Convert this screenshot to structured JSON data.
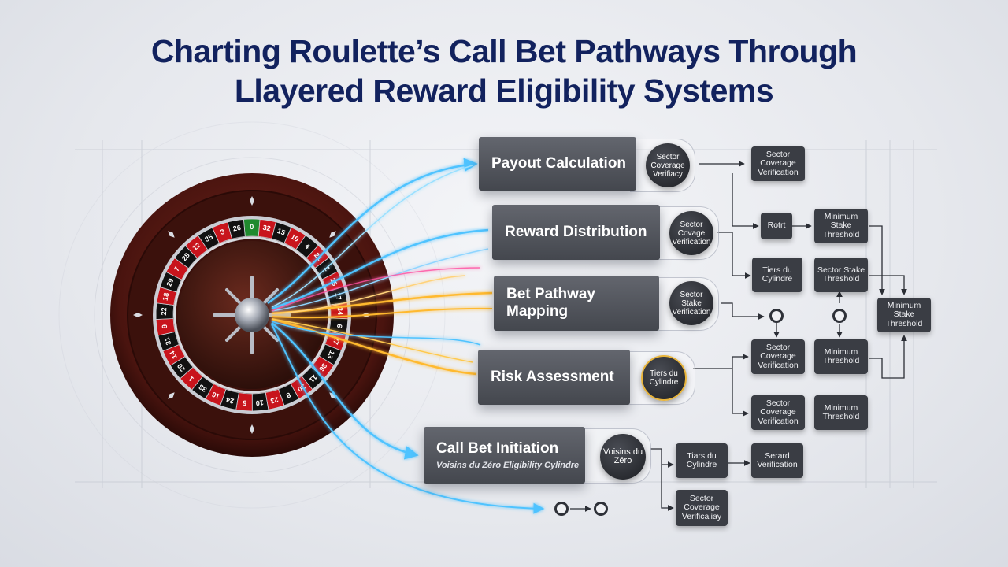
{
  "title": {
    "line1": "Charting Roulette’s Call Bet Pathways Through",
    "line2": "Llayered Reward Eligibility Systems"
  },
  "panels": {
    "payout": "Payout Calculation",
    "reward": "Reward Distribution",
    "pathway_l1": "Bet Pathway",
    "pathway_l2": "Mapping",
    "risk": "Risk Assessment",
    "call": "Call Bet Initiation",
    "call_sub": "Voisins du Zéro Eligibility Cylindre"
  },
  "circles": {
    "c1": "Sector Coverage Verifiacy",
    "c2": "Sector Covage Verification",
    "c3": "Sector Stake Verification",
    "c4": "Tiers du Cylindre",
    "c5": "Voisins du Zéro"
  },
  "nodes": {
    "n1": "Sector Coverage Verification",
    "n2": "Rotrt",
    "n3": "Minimum Stake Threshold",
    "n4": "Tiers du Cylindre",
    "n5": "Sector Stake Threshold",
    "n6": "Minimum Stake Threshold",
    "n7": "Sector Coverage Verification",
    "n8": "Minimum Threshold",
    "n9": "Sector Coverage Verification",
    "n10": "Minimum Threshold",
    "n11": "Tiars du Cylindre",
    "n12": "Serard Verification",
    "n13": "Sector Coverage Verificaliay"
  },
  "wheel": {
    "numbers": [
      "0",
      "32",
      "15",
      "19",
      "4",
      "21",
      "2",
      "25",
      "17",
      "34",
      "6",
      "27",
      "13",
      "36",
      "11",
      "30",
      "8",
      "23",
      "10",
      "5",
      "24",
      "16",
      "33",
      "1",
      "20",
      "14",
      "31",
      "9",
      "22",
      "18",
      "29",
      "7",
      "28",
      "12",
      "35",
      "3",
      "26"
    ],
    "colors": {
      "red": "#c8141c",
      "black": "#111111",
      "green": "#1f8a2e",
      "wood": "#5a1a14"
    }
  },
  "colors": {
    "title": "#12225e",
    "blue_flow": "#4fc3ff",
    "gold_flow": "#ffb92e",
    "connector": "#2b2e35"
  }
}
